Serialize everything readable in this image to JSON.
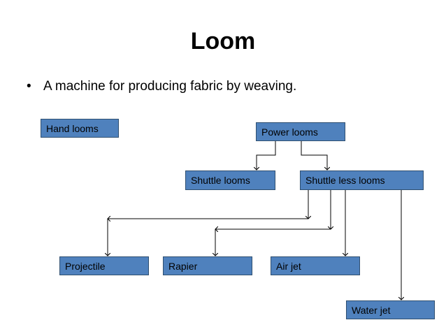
{
  "title": "Loom",
  "bullet": {
    "marker": "•",
    "text": "A machine for producing fabric by weaving."
  },
  "nodes": {
    "hand_looms": "Hand looms",
    "power_looms": "Power looms",
    "shuttle_looms": "Shuttle looms",
    "shuttle_less_looms": "Shuttle less looms",
    "projectile": "Projectile",
    "rapier": "Rapier",
    "air_jet": "Air jet",
    "water_jet": "Water jet"
  },
  "edges": [
    {
      "from": "power_looms",
      "to": "shuttle_looms"
    },
    {
      "from": "power_looms",
      "to": "shuttle_less_looms"
    },
    {
      "from": "shuttle_less_looms",
      "to": "projectile"
    },
    {
      "from": "shuttle_less_looms",
      "to": "rapier"
    },
    {
      "from": "shuttle_less_looms",
      "to": "air_jet"
    },
    {
      "from": "shuttle_less_looms",
      "to": "water_jet"
    }
  ],
  "colors": {
    "box_fill": "#4f81bd",
    "box_border": "#2f4f70",
    "line": "#000000"
  }
}
